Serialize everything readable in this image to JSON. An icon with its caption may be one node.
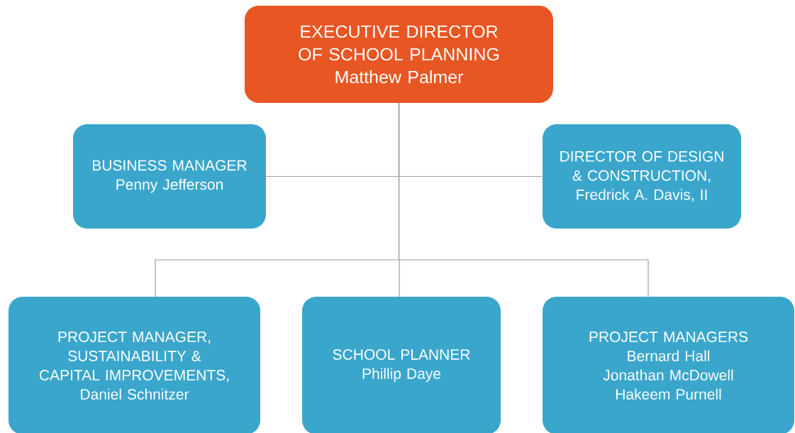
{
  "diagram": {
    "nodes": [
      {
        "text": [
          "EXECUTIVE DIRECTOR OF SCHOOL PLANNING",
          "Matthew Palmer"
        ]
      },
      {
        "text": [
          "BUSINESS MANAGER",
          "Penny Jefferson"
        ]
      },
      {
        "text": [
          "DIRECTOR OF DESIGN & CONSTRUCTION,",
          "Fredrick A. Davis, II"
        ]
      },
      {
        "text": [
          "PROJECT MANAGER, SUSTAINABILITY & CAPITAL IMPROVEMENTS,",
          "Daniel Schnitzer"
        ]
      },
      {
        "text": [
          "SCHOOL PLANNER",
          "Phillip Daye"
        ]
      },
      {
        "text": [
          "PROJECT MANAGERS",
          "Bernard Hall",
          "Jonathan McDowell",
          "Hakeem Purnell"
        ]
      }
    ],
    "edges": [
      {
        "from": 0,
        "to": 1,
        "arrow": "none"
      },
      {
        "from": 0,
        "to": 2,
        "arrow": "none"
      },
      {
        "from": 0,
        "to": 3,
        "arrow": "none"
      },
      {
        "from": 0,
        "to": 4,
        "arrow": "none"
      },
      {
        "from": 0,
        "to": 5,
        "arrow": "none"
      }
    ]
  }
}
